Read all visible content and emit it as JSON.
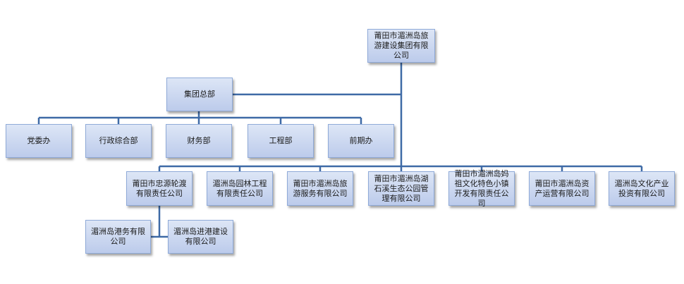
{
  "org_chart": {
    "root": "莆田市湄洲岛旅游建设集团有限公司",
    "hq": "集团总部",
    "departments": [
      "党委办",
      "行政综合部",
      "财务部",
      "工程部",
      "前期办"
    ],
    "subsidiaries": [
      "莆田市忠源轮渡有限责任公司",
      "湄洲岛园林工程有限责任公司",
      "莆田市湄洲岛旅游服务有限公司",
      "莆田市湄洲岛湖石溪生态公园管理有限公司",
      "莆田市湄洲岛妈祖文化特色小镇开发有限责任公司",
      "莆田市湄洲岛资产运营有限公司",
      "湄洲岛文化产业投资有限公司"
    ],
    "sub_subsidiaries": [
      "湄洲岛港务有限公司",
      "湄洲岛进港建设有限公司"
    ]
  }
}
